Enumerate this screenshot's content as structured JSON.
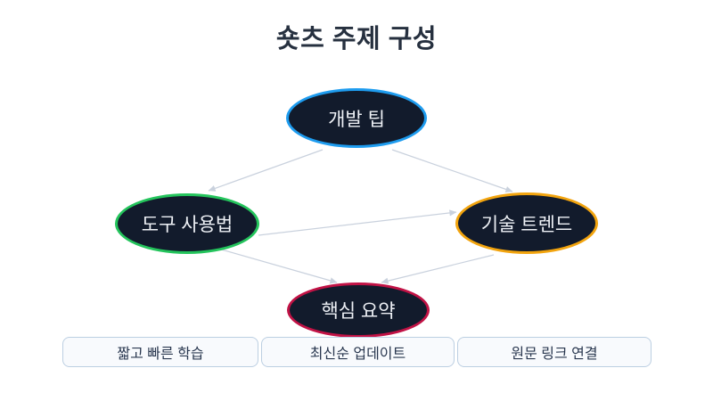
{
  "title": "숏츠 주제 구성",
  "colors": {
    "background": "#FFFFFF",
    "title_text": "#26303F",
    "node_fill": "#121B2C",
    "node_text": "#EEF1F6",
    "edge_line": "#C9D1DD",
    "node_border_blue": "#1E9CEF",
    "node_border_green": "#24C45C",
    "node_border_orange": "#F2A40E",
    "node_border_crimson": "#C11245",
    "tag_border": "#BCCFE2",
    "tag_fill": "#F8FAFD",
    "tag_text": "#2A3850"
  },
  "diagram": {
    "nodes": [
      {
        "id": "dev-tips",
        "label": "개발 팁",
        "border_color": "#1E9CEF",
        "position": "top"
      },
      {
        "id": "tool-usage",
        "label": "도구 사용법",
        "border_color": "#24C45C",
        "position": "left"
      },
      {
        "id": "tech-trends",
        "label": "기술 트렌드",
        "border_color": "#F2A40E",
        "position": "right"
      },
      {
        "id": "key-summary",
        "label": "핵심 요약",
        "border_color": "#C11245",
        "position": "bottom"
      }
    ],
    "edges": [
      {
        "from": "개발 팁",
        "to": "도구 사용법"
      },
      {
        "from": "개발 팁",
        "to": "기술 트렌드"
      },
      {
        "from": "도구 사용법",
        "to": "기술 트렌드"
      },
      {
        "from": "도구 사용법",
        "to": "핵심 요약"
      },
      {
        "from": "기술 트렌드",
        "to": "핵심 요약"
      }
    ]
  },
  "tags": [
    {
      "label": "짧고 빠른 학습"
    },
    {
      "label": "최신순 업데이트"
    },
    {
      "label": "원문 링크 연결"
    }
  ]
}
